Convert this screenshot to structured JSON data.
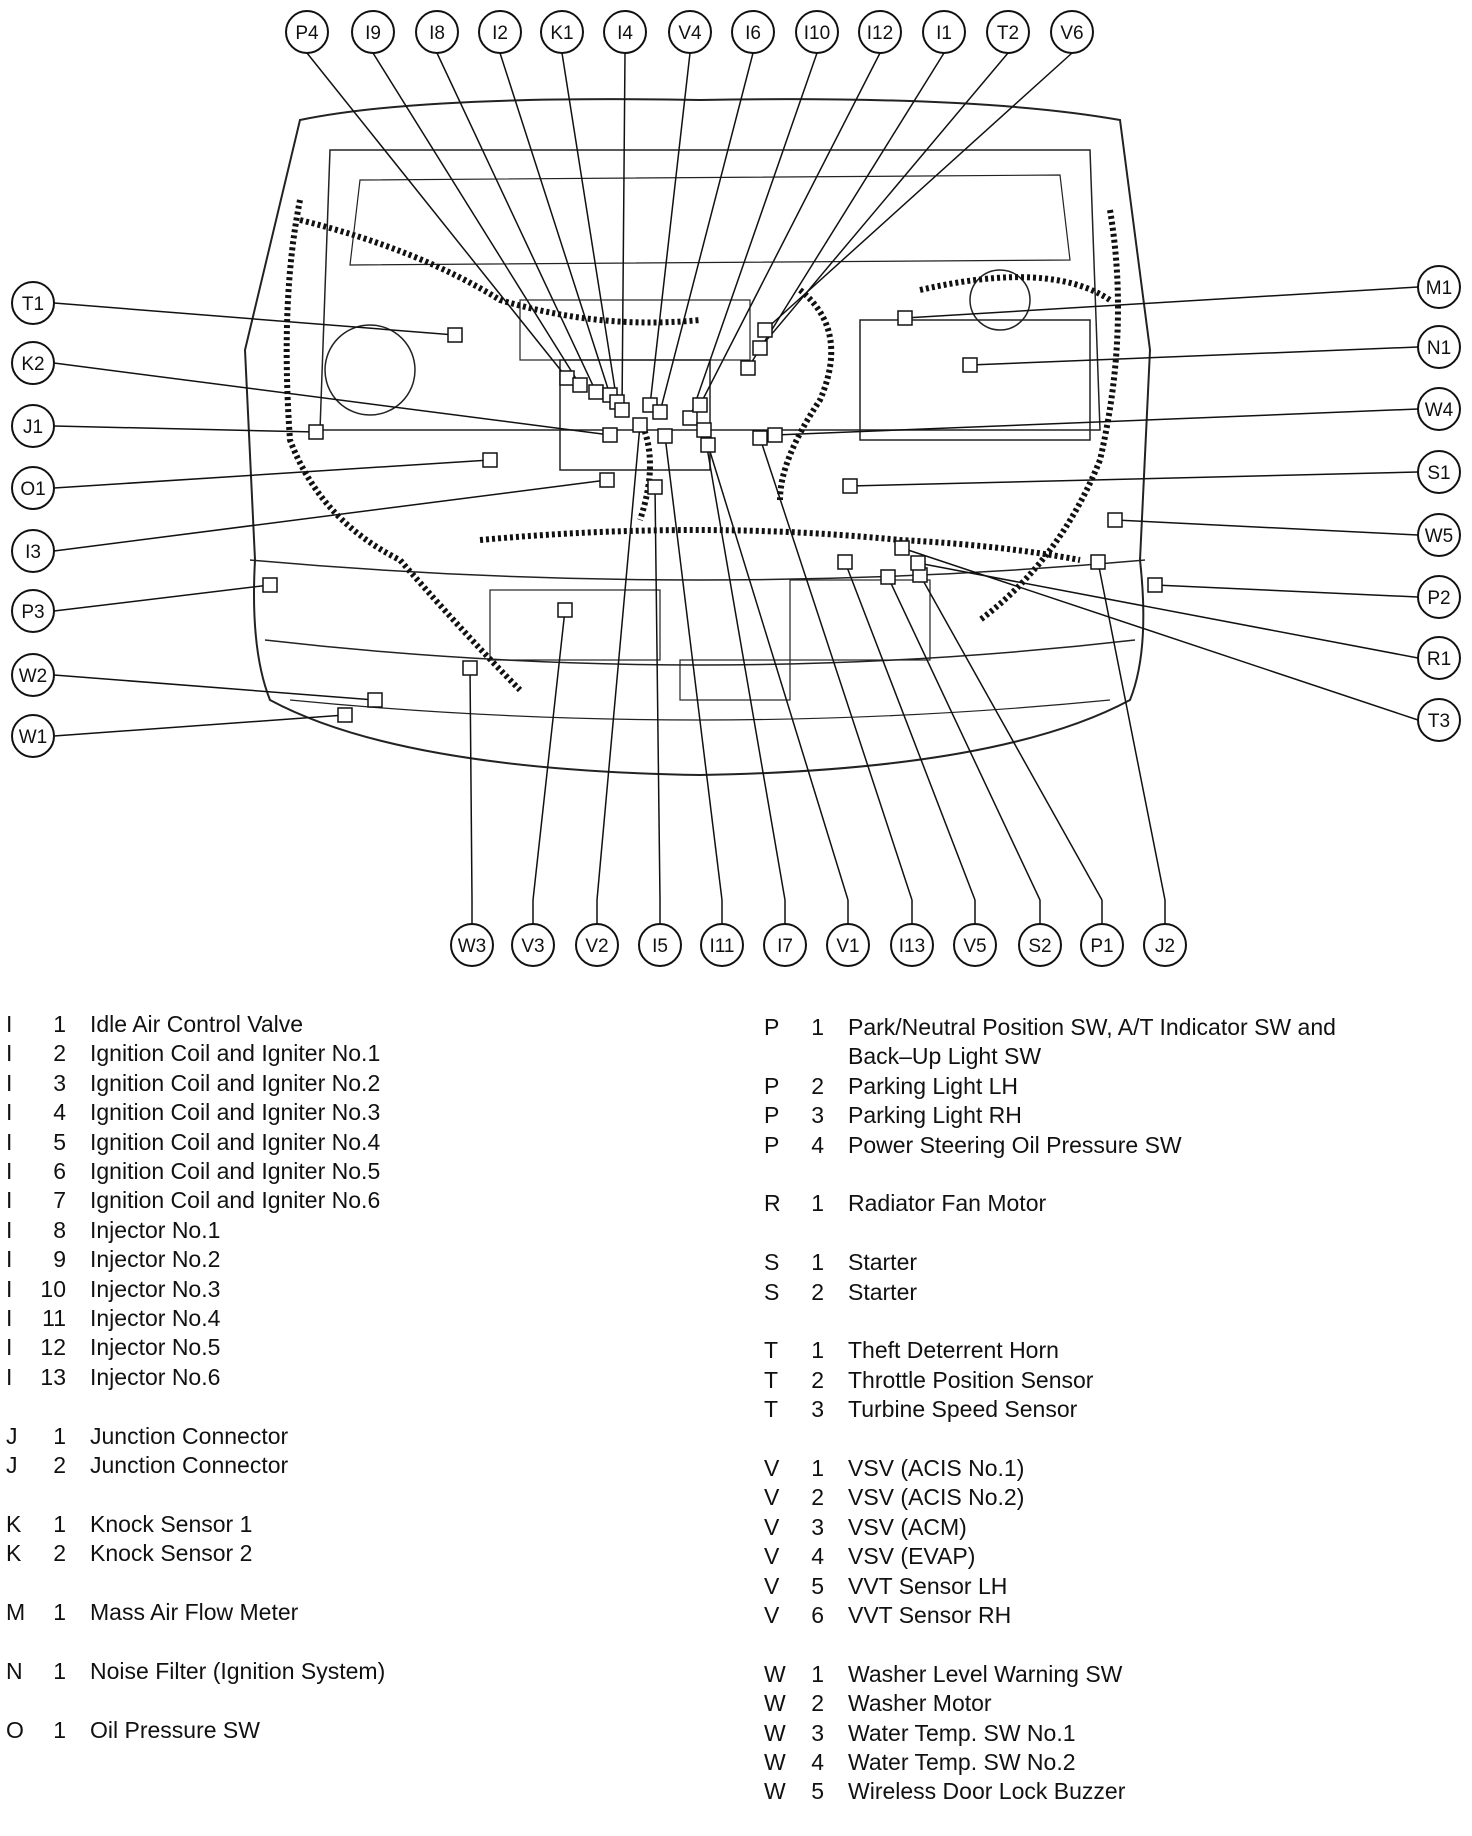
{
  "callouts": {
    "top": [
      "P4",
      "I9",
      "I8",
      "I2",
      "K1",
      "I4",
      "V4",
      "I6",
      "I10",
      "I12",
      "I1",
      "T2",
      "V6"
    ],
    "left": [
      "T1",
      "K2",
      "J1",
      "O1",
      "I3",
      "P3",
      "W2",
      "W1"
    ],
    "right": [
      "M1",
      "N1",
      "W4",
      "S1",
      "W5",
      "P2",
      "R1",
      "T3"
    ],
    "bottom": [
      "W3",
      "V3",
      "V2",
      "I5",
      "I11",
      "I7",
      "V1",
      "I13",
      "V5",
      "S2",
      "P1",
      "J2"
    ]
  },
  "legend": {
    "left": [
      {
        "items": [
          {
            "prefix": "I",
            "num": "1",
            "desc": "Idle Air Control Valve"
          },
          {
            "prefix": "I",
            "num": "2",
            "desc": "Ignition Coil and Igniter No.1"
          },
          {
            "prefix": "I",
            "num": "3",
            "desc": "Ignition Coil and Igniter No.2"
          },
          {
            "prefix": "I",
            "num": "4",
            "desc": "Ignition Coil and Igniter No.3"
          },
          {
            "prefix": "I",
            "num": "5",
            "desc": "Ignition Coil and Igniter No.4"
          },
          {
            "prefix": "I",
            "num": "6",
            "desc": "Ignition Coil and Igniter No.5"
          },
          {
            "prefix": "I",
            "num": "7",
            "desc": "Ignition Coil and Igniter No.6"
          },
          {
            "prefix": "I",
            "num": "8",
            "desc": "Injector No.1"
          },
          {
            "prefix": "I",
            "num": "9",
            "desc": "Injector No.2"
          },
          {
            "prefix": "I",
            "num": "10",
            "desc": "Injector No.3"
          },
          {
            "prefix": "I",
            "num": "11",
            "desc": "Injector No.4"
          },
          {
            "prefix": "I",
            "num": "12",
            "desc": "Injector No.5"
          },
          {
            "prefix": "I",
            "num": "13",
            "desc": "Injector No.6"
          }
        ]
      },
      {
        "items": [
          {
            "prefix": "J",
            "num": "1",
            "desc": "Junction  Connector"
          },
          {
            "prefix": "J",
            "num": "2",
            "desc": "Junction  Connector"
          }
        ]
      },
      {
        "items": [
          {
            "prefix": "K",
            "num": "1",
            "desc": "Knock Sensor 1"
          },
          {
            "prefix": "K",
            "num": "2",
            "desc": "Knock Sensor 2"
          }
        ]
      },
      {
        "items": [
          {
            "prefix": "M",
            "num": "1",
            "desc": "Mass Air Flow Meter"
          }
        ]
      },
      {
        "items": [
          {
            "prefix": "N",
            "num": "1",
            "desc": "Noise Filter (Ignition System)"
          }
        ]
      },
      {
        "items": [
          {
            "prefix": "O",
            "num": "1",
            "desc": "Oil Pressure SW"
          }
        ]
      }
    ],
    "right": [
      {
        "items": [
          {
            "prefix": "P",
            "num": "1",
            "desc": "Park/Neutral Position SW, A/T Indicator SW and"
          },
          {
            "prefix": "",
            "num": "",
            "desc": "Back–Up Light SW",
            "cont": true
          },
          {
            "prefix": "P",
            "num": "2",
            "desc": "Parking Light LH"
          },
          {
            "prefix": "P",
            "num": "3",
            "desc": "Parking Light RH"
          },
          {
            "prefix": "P",
            "num": "4",
            "desc": "Power Steering Oil Pressure SW"
          }
        ]
      },
      {
        "items": [
          {
            "prefix": "R",
            "num": "1",
            "desc": "Radiator Fan Motor"
          }
        ]
      },
      {
        "items": [
          {
            "prefix": "S",
            "num": "1",
            "desc": "Starter"
          },
          {
            "prefix": "S",
            "num": "2",
            "desc": "Starter"
          }
        ]
      },
      {
        "items": [
          {
            "prefix": "T",
            "num": "1",
            "desc": "Theft Deterrent Horn"
          },
          {
            "prefix": "T",
            "num": "2",
            "desc": "Throttle Position Sensor"
          },
          {
            "prefix": "T",
            "num": "3",
            "desc": "Turbine Speed Sensor"
          }
        ]
      },
      {
        "items": [
          {
            "prefix": "V",
            "num": "1",
            "desc": "VSV (ACIS No.1)"
          },
          {
            "prefix": "V",
            "num": "2",
            "desc": "VSV (ACIS No.2)"
          },
          {
            "prefix": "V",
            "num": "3",
            "desc": "VSV (ACM)"
          },
          {
            "prefix": "V",
            "num": "4",
            "desc": "VSV (EVAP)"
          },
          {
            "prefix": "V",
            "num": "5",
            "desc": "VVT Sensor LH"
          },
          {
            "prefix": "V",
            "num": "6",
            "desc": "VVT Sensor RH"
          }
        ]
      },
      {
        "items": [
          {
            "prefix": "W",
            "num": "1",
            "desc": "Washer Level Warning SW"
          },
          {
            "prefix": "W",
            "num": "2",
            "desc": "Washer Motor"
          },
          {
            "prefix": "W",
            "num": "3",
            "desc": "Water Temp. SW No.1"
          },
          {
            "prefix": "W",
            "num": "4",
            "desc": "Water Temp. SW No.2"
          },
          {
            "prefix": "W",
            "num": "5",
            "desc": "Wireless Door Lock Buzzer"
          }
        ]
      }
    ]
  }
}
